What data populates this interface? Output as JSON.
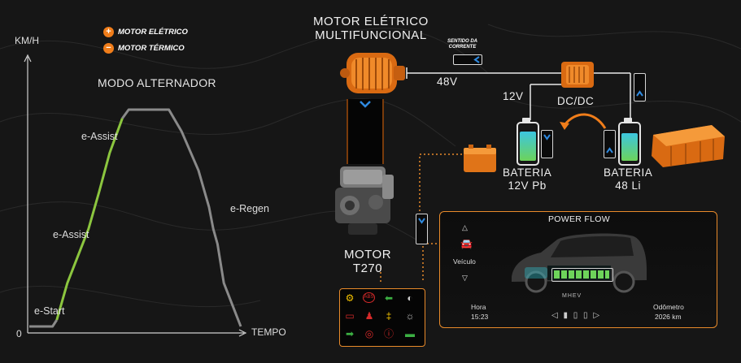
{
  "legend": [
    {
      "sign": "+",
      "label": "MOTOR ELÉTRICO"
    },
    {
      "sign": "−",
      "label": "MOTOR TÉRMICO"
    }
  ],
  "chart_data": {
    "type": "line",
    "title": "MODO ALTERNADOR",
    "ylabel": "KM/H",
    "xlabel": "TEMPO",
    "y_origin_label": "0",
    "annotations": [
      "e-Start",
      "e-Assist",
      "e-Assist",
      "e-Regen"
    ],
    "colors": {
      "electric": "#8cc63f",
      "thermal": "#8a8a8a"
    },
    "series": [
      {
        "segment": "thermal",
        "x": [
          0,
          0.11,
          0.13
        ],
        "y": [
          0,
          0,
          0.03
        ]
      },
      {
        "segment": "electric",
        "x": [
          0.13,
          0.18,
          0.22,
          0.28,
          0.33,
          0.38,
          0.44
        ],
        "y": [
          0.03,
          0.2,
          0.3,
          0.45,
          0.62,
          0.8,
          0.96
        ]
      },
      {
        "segment": "thermal",
        "x": [
          0.44,
          0.47,
          0.66,
          0.72,
          0.8,
          0.85,
          0.87,
          0.89,
          0.92,
          1.0
        ],
        "y": [
          0.96,
          1.0,
          1.0,
          0.9,
          0.72,
          0.55,
          0.45,
          0.38,
          0.2,
          0.0
        ]
      }
    ]
  },
  "diagram": {
    "motor_eletrico": "MOTOR ELÉTRICO\nMULTIFUNCIONAL",
    "sentido": "SENTIDO DA\nCORRENTE",
    "v48": "48V",
    "v12": "12V",
    "dcdc": "DC/DC",
    "bat12": "BATERIA\n12V Pb",
    "bat48": "BATERIA\n48 Li",
    "motor": "MOTOR\nT270"
  },
  "screen": {
    "title": "POWER FLOW",
    "vehicle_label": "Veículo",
    "hora_label": "Hora",
    "hora_value": "15:23",
    "odo_label": "Odômetro",
    "odo_value": "2026 km",
    "badge": "MHEV"
  },
  "colors": {
    "accent": "#f07d1a",
    "electric_green": "#8cc63f",
    "blue": "#2f8ae0"
  }
}
